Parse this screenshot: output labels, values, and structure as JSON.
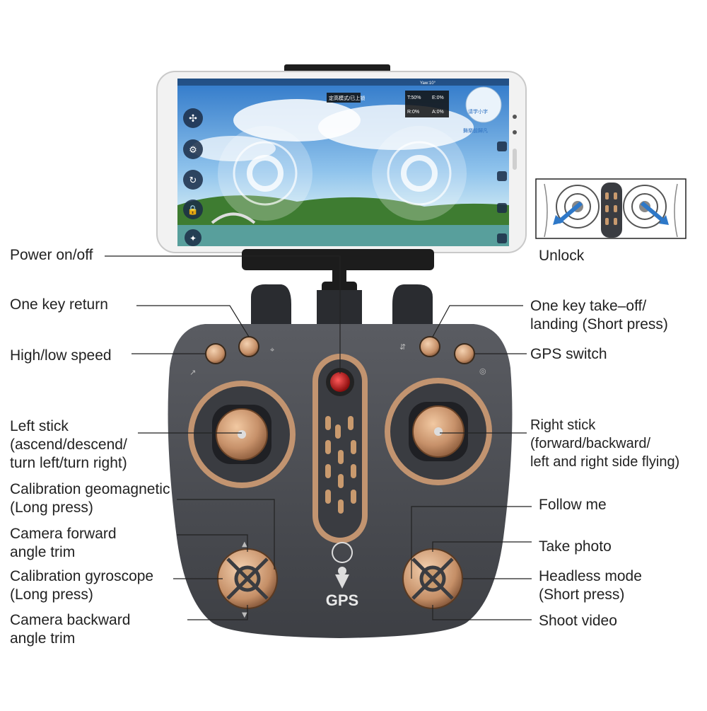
{
  "colors": {
    "body": "#4a4c52",
    "body_dark": "#2f3136",
    "accent": "#c99a6e",
    "accent_dark": "#8a5a3a",
    "line": "#222222"
  },
  "phone": {
    "mode_text": "定高模式/已上锁",
    "telemetry": [
      "T:50%",
      "E:0%",
      "R:0%",
      "A:0%"
    ],
    "top_status": "Yaw:10°",
    "map_text": "请学小字",
    "brand_text": "舞樂前歸凡"
  },
  "remote": {
    "gps_label": "GPS"
  },
  "labels": {
    "power": "Power on/off",
    "one_key_return": "One key return",
    "high_low_speed": "High/low speed",
    "left_stick": [
      "Left stick",
      "(ascend/descend/",
      "turn left/turn right)"
    ],
    "calibration_geomagnetic": [
      "Calibration geomagnetic",
      "(Long press)"
    ],
    "camera_forward": [
      "Camera forward",
      "angle trim"
    ],
    "calibration_gyroscope": [
      "Calibration gyroscope",
      "(Long press)"
    ],
    "camera_backward": [
      "Camera backward",
      "angle trim"
    ],
    "unlock": "Unlock",
    "takeoff": [
      "One key take–off/",
      "landing (Short press)"
    ],
    "gps_switch": "GPS switch",
    "right_stick": [
      "Right stick",
      "(forward/backward/",
      "left and right side flying)"
    ],
    "follow_me": "Follow me",
    "take_photo": "Take photo",
    "headless": [
      "Headless mode",
      "(Short press)"
    ],
    "shoot_video": "Shoot video"
  }
}
